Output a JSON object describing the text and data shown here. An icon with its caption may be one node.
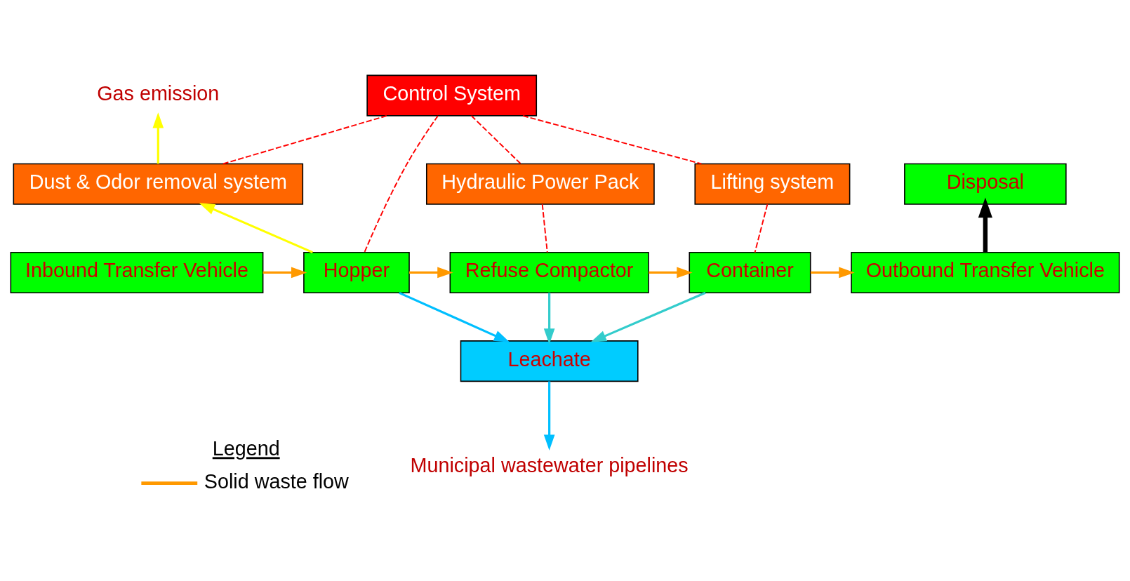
{
  "diagram": {
    "nodes": [
      {
        "text": [
          "Control System"
        ]
      },
      {
        "text": [
          "Gas emission"
        ]
      },
      {
        "text": [
          "Dust & Odor removal system"
        ]
      },
      {
        "text": [
          "Hydraulic Power Pack"
        ]
      },
      {
        "text": [
          "Lifting system"
        ]
      },
      {
        "text": [
          "Disposal"
        ]
      },
      {
        "text": [
          "Inbound Transfer Vehicle"
        ]
      },
      {
        "text": [
          "Hopper"
        ]
      },
      {
        "text": [
          "Refuse Compactor"
        ]
      },
      {
        "text": [
          "Container"
        ]
      },
      {
        "text": [
          "Outbound Transfer Vehicle"
        ]
      },
      {
        "text": [
          "Leachate"
        ]
      },
      {
        "text": [
          "Municipal wastewater pipelines"
        ]
      }
    ],
    "edges": [
      {
        "from": 0,
        "to": 2,
        "arrow": "none",
        "style": "dashed"
      },
      {
        "from": 0,
        "to": 7,
        "arrow": "none",
        "style": "dashed"
      },
      {
        "from": 0,
        "to": 3,
        "arrow": "none",
        "style": "dashed"
      },
      {
        "from": 3,
        "to": 8,
        "arrow": "none",
        "style": "dashed"
      },
      {
        "from": 0,
        "to": 4,
        "arrow": "none",
        "style": "dashed"
      },
      {
        "from": 4,
        "to": 9,
        "arrow": "none",
        "style": "dashed"
      },
      {
        "from": 2,
        "to": 1,
        "arrow": "to",
        "color": "#ffff00"
      },
      {
        "from": 7,
        "to": 2,
        "arrow": "to",
        "color": "#ffff00"
      },
      {
        "from": 6,
        "to": 7,
        "arrow": "to",
        "color": "#ff9900"
      },
      {
        "from": 7,
        "to": 8,
        "arrow": "to",
        "color": "#ff9900"
      },
      {
        "from": 8,
        "to": 9,
        "arrow": "to",
        "color": "#ff9900"
      },
      {
        "from": 9,
        "to": 10,
        "arrow": "to",
        "color": "#ff9900"
      },
      {
        "from": 10,
        "to": 5,
        "arrow": "to",
        "color": "#000000",
        "style": "thick"
      },
      {
        "from": 7,
        "to": 11,
        "arrow": "to",
        "color": "#00bfff"
      },
      {
        "from": 8,
        "to": 11,
        "arrow": "to",
        "color": "#33cccc"
      },
      {
        "from": 9,
        "to": 11,
        "arrow": "to",
        "color": "#33cccc"
      },
      {
        "from": 11,
        "to": 12,
        "arrow": "to",
        "color": "#00bfff"
      }
    ],
    "labels": [
      "Legend"
    ],
    "legend": [
      {
        "text": "Solid waste flow"
      }
    ]
  }
}
